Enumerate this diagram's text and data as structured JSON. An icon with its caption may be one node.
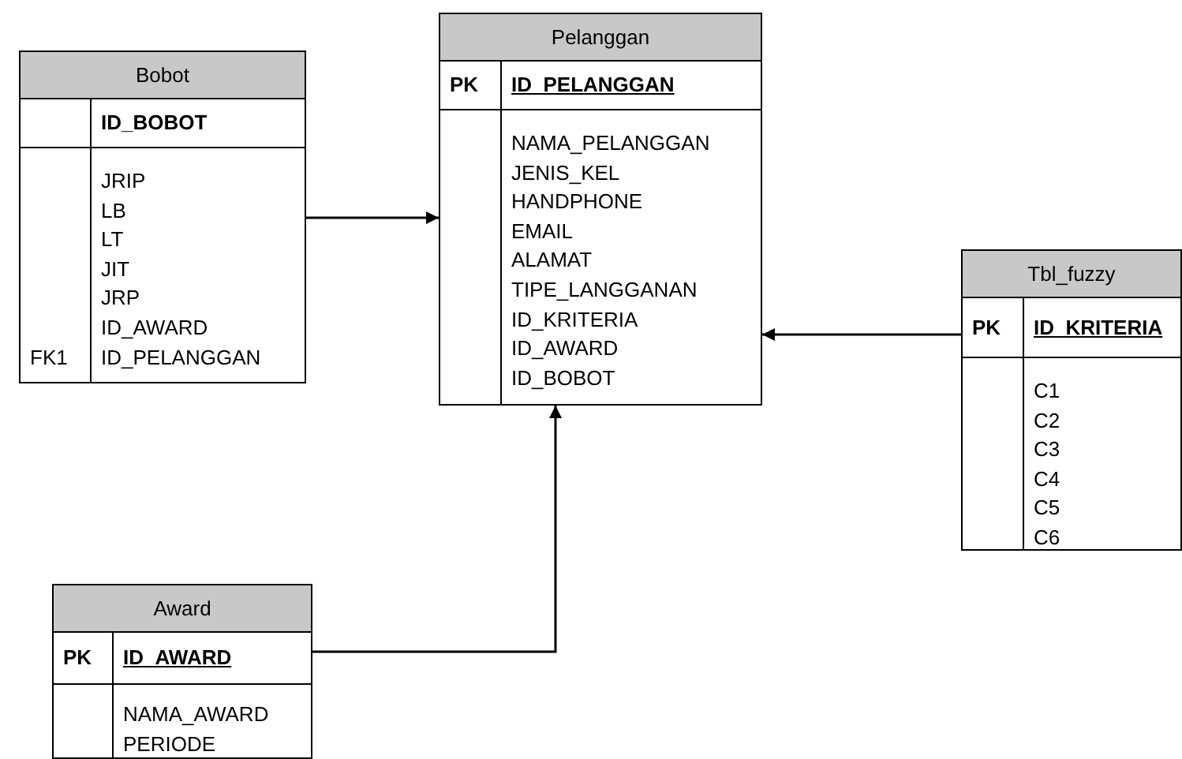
{
  "diagram": {
    "nodes": [
      {
        "text": [
          "Pelanggan",
          "PK",
          "ID_PELANGGAN",
          "NAMA_PELANGGAN",
          "JENIS_KEL",
          "HANDPHONE",
          "EMAIL",
          "ALAMAT",
          "TIPE_LANGGANAN",
          "ID_KRITERIA",
          "ID_AWARD",
          "ID_BOBOT"
        ]
      },
      {
        "text": [
          "Bobot",
          "ID_BOBOT",
          "JRIP",
          "LB",
          "LT",
          "JIT",
          "JRP",
          "ID_AWARD",
          "FK1",
          "ID_PELANGGAN"
        ]
      },
      {
        "text": [
          "Tbl_fuzzy",
          "PK",
          "ID_KRITERIA",
          "C1",
          "C2",
          "C3",
          "C4",
          "C5",
          "C6"
        ]
      },
      {
        "text": [
          "Award",
          "PK",
          "ID_AWARD",
          "NAMA_AWARD",
          "PERIODE"
        ]
      }
    ],
    "edges": [
      {
        "from": 1,
        "to": 0,
        "arrow": "to"
      },
      {
        "from": 2,
        "to": 0,
        "arrow": "to"
      },
      {
        "from": 3,
        "to": 0,
        "arrow": "to"
      }
    ]
  }
}
